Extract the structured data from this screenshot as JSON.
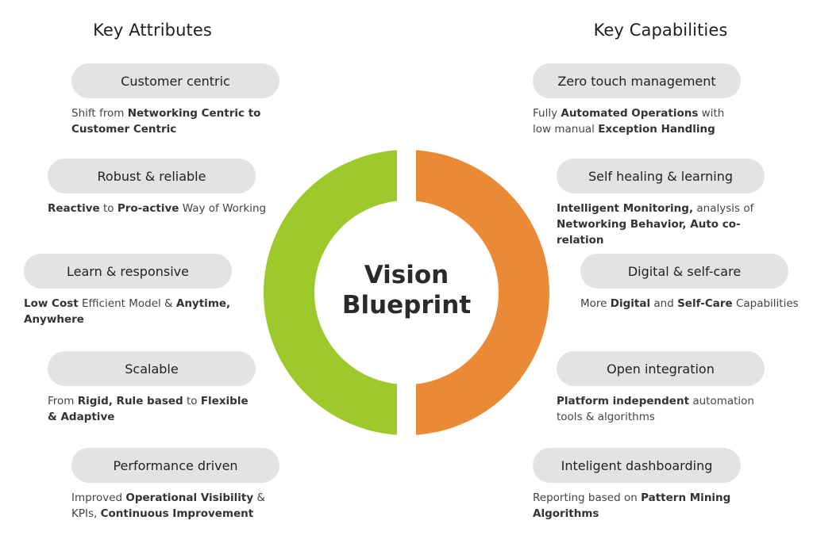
{
  "colors": {
    "left_ring": "#9dc92a",
    "right_ring": "#eb8a36",
    "pill_bg": "#e3e3e3"
  },
  "center": {
    "line1": "Vision",
    "line2": "Blueprint"
  },
  "left": {
    "title": "Key Attributes",
    "items": [
      {
        "label": "Customer centric",
        "desc": [
          {
            "t": "Shift from "
          },
          {
            "t": "Networking Centric to Customer Centric",
            "b": true
          }
        ]
      },
      {
        "label": "Robust & reliable",
        "desc": [
          {
            "t": "Reactive",
            "b": true
          },
          {
            "t": " to "
          },
          {
            "t": "Pro-active",
            "b": true
          },
          {
            "t": " Way of Working"
          }
        ]
      },
      {
        "label": "Learn & responsive",
        "desc": [
          {
            "t": "Low Cost",
            "b": true
          },
          {
            "t": " Efficient Model & "
          },
          {
            "t": "Anytime, Anywhere",
            "b": true
          }
        ]
      },
      {
        "label": "Scalable",
        "desc": [
          {
            "t": "From "
          },
          {
            "t": "Rigid, Rule based",
            "b": true
          },
          {
            "t": " to "
          },
          {
            "t": "Flexible & Adaptive",
            "b": true
          }
        ]
      },
      {
        "label": "Performance driven",
        "desc": [
          {
            "t": "Improved "
          },
          {
            "t": "Operational Visibility",
            "b": true
          },
          {
            "t": " & KPIs, "
          },
          {
            "t": "Continuous Improvement",
            "b": true
          }
        ]
      }
    ]
  },
  "right": {
    "title": "Key Capabilities",
    "items": [
      {
        "label": "Zero touch management",
        "desc": [
          {
            "t": "Fully "
          },
          {
            "t": "Automated Operations",
            "b": true
          },
          {
            "t": " with low manual "
          },
          {
            "t": "Exception Handling",
            "b": true
          }
        ]
      },
      {
        "label": "Self healing & learning",
        "desc": [
          {
            "t": "Intelligent Monitoring,",
            "b": true
          },
          {
            "t": " analysis of "
          },
          {
            "t": "Networking Behavior, Auto co-relation",
            "b": true
          }
        ]
      },
      {
        "label": "Digital & self-care",
        "desc": [
          {
            "t": "More "
          },
          {
            "t": "Digital",
            "b": true
          },
          {
            "t": " and "
          },
          {
            "t": "Self-Care",
            "b": true
          },
          {
            "t": " Capabilities"
          }
        ]
      },
      {
        "label": "Open integration",
        "desc": [
          {
            "t": "Platform independent",
            "b": true
          },
          {
            "t": " automation tools & algorithms"
          }
        ]
      },
      {
        "label": "Inteligent dashboarding",
        "desc": [
          {
            "t": "Reporting based on "
          },
          {
            "t": "Pattern Mining Algorithms",
            "b": true
          }
        ]
      }
    ]
  }
}
